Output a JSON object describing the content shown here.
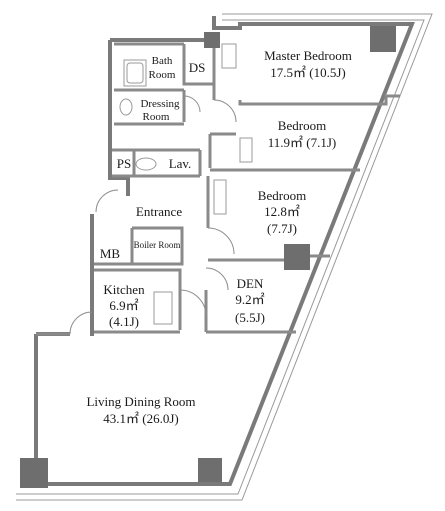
{
  "rooms": {
    "master_bedroom": {
      "name": "Master Bedroom",
      "area": "17.5㎡ (10.5J)"
    },
    "bath": {
      "line1": "Bath",
      "line2": "Room"
    },
    "ds": {
      "name": "DS"
    },
    "dressing": {
      "line1": "Dressing",
      "line2": "Room"
    },
    "bedroom1": {
      "name": "Bedroom",
      "area": "11.9㎡ (7.1J)"
    },
    "ps": {
      "name": "PS"
    },
    "lav": {
      "name": "Lav."
    },
    "bedroom2": {
      "name": "Bedroom",
      "area": "12.8㎡",
      "tatami": "(7.7J)"
    },
    "entrance": {
      "name": "Entrance"
    },
    "boiler": {
      "name": "Boiler Room"
    },
    "mb": {
      "name": "MB"
    },
    "kitchen": {
      "name": "Kitchen",
      "area": "6.9㎡",
      "tatami": "(4.1J)"
    },
    "den": {
      "name": "DEN",
      "area": "9.2㎡",
      "tatami": "(5.5J)"
    },
    "living": {
      "name": "Living Dining Room",
      "area": "43.1㎡ (26.0J)"
    }
  }
}
